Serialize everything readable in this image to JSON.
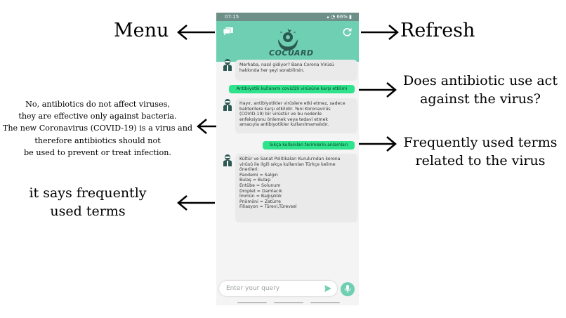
{
  "annotations": {
    "menu": "Menu",
    "refresh": "Refresh",
    "antibiotic_question_lines": [
      "Does antibiotic use act",
      "against the virus?"
    ],
    "antibiotic_answer_lines": [
      "No, antibiotics do not affect viruses,",
      "they are effective only against bacteria.",
      "The new Coronavirus (COVID-19) is a virus and",
      "therefore antibiotics should not",
      "be used to prevent or treat infection."
    ],
    "terms_question_lines": [
      "Frequently used terms",
      "related to the virus"
    ],
    "terms_answer_lines": [
      "it says frequently",
      "used terms"
    ]
  },
  "status_bar": {
    "time": "07:15",
    "battery": "66%"
  },
  "header": {
    "logo_text": "COCUARD"
  },
  "chat": {
    "greeting_lines": [
      "Merhaba, nasıl gidiyor? Bana Corona Virüsü",
      "hakkında her şeyi sorabilirsin."
    ],
    "user_question_1": "Antibiyotik kullanımı covid19 virüsüne karşı etklimi",
    "answer_1_lines": [
      "Hayır, antibiyotikler virüslere etki etmez, sadece",
      "bakterilere karşı etkilidir. Yeni Koronavirüs",
      "(COVID-19) bir virüstür ve bu nedenle",
      "enfeksiyonu önlemek veya tedavi etmek",
      "amacıyla antibiyotikler kullanılmamalıdır."
    ],
    "user_question_2": "Sıkça kullanılan terimlerin anlamları",
    "answer_2_lines": [
      "Kültür ve Sanat Politikaları Kurulu'ndan korona",
      "virüsü ile ilgili sıkça kullanılan Türkçe kelime",
      "önerileri:",
      "Pandemi = Salgın",
      "Bulaş = Bulaşı",
      "Entübe = Solunum",
      "Droplet = Damlacık",
      "İmmün = Bağışıklık",
      "Pnömöni = Zatürre",
      "Filiasyon = Türevi,Türevsel"
    ]
  },
  "input": {
    "placeholder": "Enter your query"
  },
  "colors": {
    "accent": "#6fcfb2",
    "user_bubble": "#2fe38c",
    "bot_bubble": "#eaeaea"
  },
  "icons": {
    "menu": "chat-bubble-icon",
    "refresh": "refresh-icon",
    "send": "send-icon",
    "mic": "mic-icon",
    "avatar": "doctor-avatar-icon"
  }
}
